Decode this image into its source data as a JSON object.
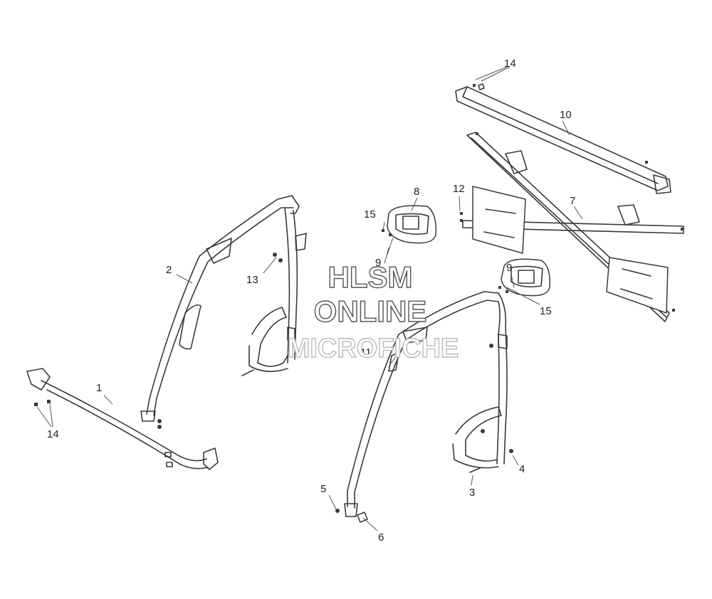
{
  "watermark": {
    "line1": "HLSM",
    "line2": "ONLINE",
    "line3": "MICROFICHE"
  },
  "callouts": {
    "c1": "1",
    "c2": "2",
    "c3": "3",
    "c4": "4",
    "c5": "5",
    "c6": "6",
    "c7": "7",
    "c8": "8",
    "c9a": "9",
    "c9b": "9",
    "c10": "10",
    "c11": "11",
    "c12": "12",
    "c13": "13",
    "c14a": "14",
    "c14b": "14",
    "c15a": "15",
    "c15b": "15"
  }
}
